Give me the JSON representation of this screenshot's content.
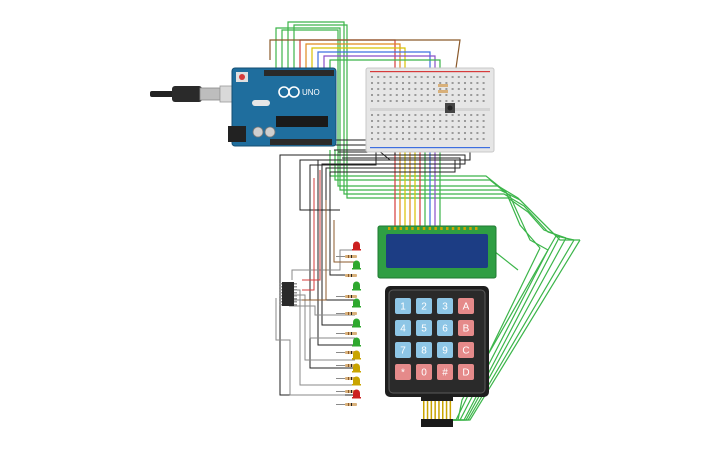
{
  "arduino": {
    "brand": "UNO",
    "logo_icon": "infinity-logo-icon",
    "board_color": "#1f6e9e"
  },
  "keypad": {
    "rows": [
      [
        "1",
        "2",
        "3",
        "A"
      ],
      [
        "4",
        "5",
        "6",
        "B"
      ],
      [
        "7",
        "8",
        "9",
        "C"
      ],
      [
        "*",
        "0",
        "#",
        "D"
      ]
    ],
    "digit_key_color": "#8ec6e6",
    "letter_key_color": "#e58a8a"
  },
  "lcd": {
    "screen_color": "#1c3d84",
    "frame_color": "#2f9e43"
  },
  "leds": {
    "colors": [
      "#cc1f1f",
      "#2fa82f",
      "#2fa82f",
      "#2fa82f",
      "#2fa82f",
      "#2fa82f",
      "#c9a400",
      "#c9a400",
      "#c9a400",
      "#cc1f1f"
    ]
  },
  "wire_colors": {
    "green": "#3cb54a",
    "black": "#222222",
    "gray": "#8a8a8a",
    "red": "#d63b3b",
    "orange": "#e08a1f",
    "yellow": "#d8c200",
    "purple": "#8a4fc8",
    "blue": "#3d6fe0",
    "brown": "#8b5a2b"
  },
  "components": {
    "usb_cable_icon": "usb-cable-icon",
    "breadboard_icon": "breadboard-icon",
    "ic_chip_icon": "shift-register-chip-icon",
    "pushbutton_icon": "pushbutton-icon"
  }
}
